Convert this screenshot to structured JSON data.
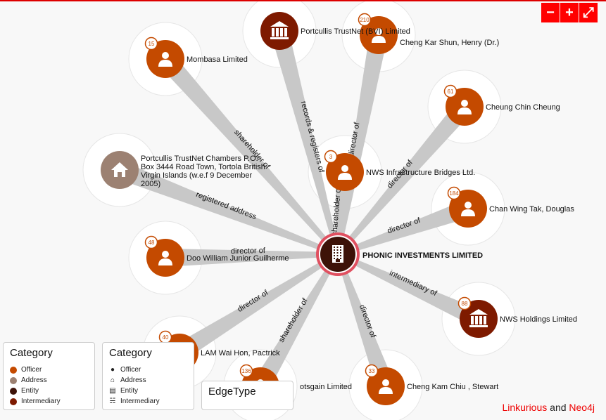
{
  "center": {
    "label": "PHONIC INVESTMENTS LIMITED",
    "category": "Entity"
  },
  "nodes": [
    {
      "id": "mombasa",
      "label": "Mombasa Limited",
      "badge": "15",
      "category": "Officer"
    },
    {
      "id": "ptbvi",
      "label": "Portcullis TrustNet (BVI) Limited",
      "badge": "",
      "category": "Intermediary"
    },
    {
      "id": "cheng",
      "label": "Cheng Kar Shun, Henry (Dr.)",
      "badge": "210",
      "category": "Officer"
    },
    {
      "id": "cheung",
      "label": "Cheung Chin Cheung",
      "badge": "61",
      "category": "Officer"
    },
    {
      "id": "nwsib",
      "label": "NWS Infrastructure Bridges Ltd.",
      "badge": "3",
      "category": "Officer"
    },
    {
      "id": "addr",
      "label": "Portcullis TrustNet Chambers P.O. Box 3444 Road Town, Tortola British Virgin Islands (w.e.f 9 December 2005)",
      "badge": "",
      "category": "Address"
    },
    {
      "id": "chan",
      "label": "Chan Wing Tak, Douglas",
      "badge": "184",
      "category": "Officer"
    },
    {
      "id": "doo",
      "label": "Doo William Junior Guilherme",
      "badge": "48",
      "category": "Officer"
    },
    {
      "id": "nwsh",
      "label": "NWS Holdings Limited",
      "badge": "88",
      "category": "Intermediary"
    },
    {
      "id": "lam",
      "label": "LAM Wai Hon, Pactrick",
      "badge": "40",
      "category": "Officer"
    },
    {
      "id": "gain",
      "label": "otsgain Limited",
      "badge": "136",
      "category": "Officer"
    },
    {
      "id": "ckc",
      "label": "Cheng Kam Chiu , Stewart",
      "badge": "33",
      "category": "Officer"
    }
  ],
  "edges": [
    {
      "to": "mombasa",
      "label": "shareholder of"
    },
    {
      "to": "ptbvi",
      "label": "records & registers of"
    },
    {
      "to": "cheng",
      "label": "director of"
    },
    {
      "to": "cheung",
      "label": "director of"
    },
    {
      "to": "nwsib",
      "label": "shareholder of"
    },
    {
      "to": "addr",
      "label": "registered address"
    },
    {
      "to": "chan",
      "label": "director of"
    },
    {
      "to": "doo",
      "label": "director of"
    },
    {
      "to": "nwsh",
      "label": "intermediary of"
    },
    {
      "to": "lam",
      "label": "director of"
    },
    {
      "to": "gain",
      "label": "shareholder of"
    },
    {
      "to": "ckc",
      "label": "director of"
    }
  ],
  "colors": {
    "Officer": "#c44a00",
    "Address": "#9c8172",
    "Entity": "#3d1208",
    "Intermediary": "#7e1a00",
    "accent": "#ff0000"
  },
  "controls": {
    "zoom_out": "−",
    "zoom_in": "+",
    "fullscreen": "⤢"
  },
  "legend_color": {
    "title": "Category",
    "items": [
      "Officer",
      "Address",
      "Entity",
      "Intermediary"
    ]
  },
  "legend_icon": {
    "title": "Category",
    "items": [
      "Officer",
      "Address",
      "Entity",
      "Intermediary"
    ]
  },
  "legend_edge": {
    "title": "EdgeType"
  },
  "credit": {
    "a": "Linkurious",
    "and": "and",
    "b": "Neo4j"
  }
}
